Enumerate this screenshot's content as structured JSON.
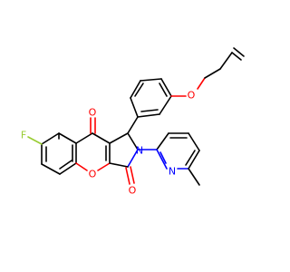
{
  "molecule": {
    "atom_labels": {
      "fluorine": "F",
      "chromene_oxygen": "O",
      "ketone_oxygen": "O",
      "lactam_oxygen": "O",
      "ether_oxygen": "O",
      "lactam_nitrogen": "N",
      "pyridine_nitrogen": "N"
    },
    "colors": {
      "bond": "#000000",
      "oxygen": "#ff0000",
      "nitrogen": "#0000ff",
      "fluorine": "#99cc33"
    }
  }
}
